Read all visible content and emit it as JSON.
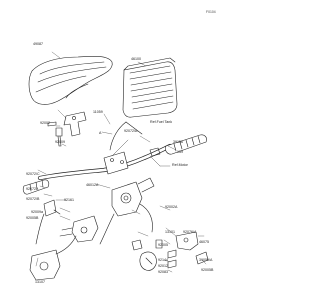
{
  "diagram_code": "F0104",
  "labels": [
    {
      "id": "p1",
      "text": "49087"
    },
    {
      "id": "p2",
      "text": "46100"
    },
    {
      "id": "p3",
      "text": "11059"
    },
    {
      "id": "p4",
      "text": "92002"
    },
    {
      "id": "p5",
      "text": "92009"
    },
    {
      "id": "p6",
      "text": "A"
    },
    {
      "id": "p7",
      "text": "92072/A"
    },
    {
      "id": "p8",
      "text": "Ref.Fuel Tank"
    },
    {
      "id": "p9",
      "text": "39156"
    },
    {
      "id": "p10",
      "text": "159"
    },
    {
      "id": "p11",
      "text": "Ref.Motor"
    },
    {
      "id": "p12",
      "text": "92072/C"
    },
    {
      "id": "p13",
      "text": "92072A"
    },
    {
      "id": "p14",
      "text": "92072/B"
    },
    {
      "id": "p15",
      "text": "92161"
    },
    {
      "id": "p16",
      "text": "46012A"
    },
    {
      "id": "p17",
      "text": "92002A"
    },
    {
      "id": "p18",
      "text": "92009a"
    },
    {
      "id": "p19",
      "text": "13107"
    },
    {
      "id": "p20",
      "text": "92005B"
    },
    {
      "id": "p21",
      "text": "13101"
    },
    {
      "id": "p22",
      "text": "92076/A"
    },
    {
      "id": "p23",
      "text": "92005"
    },
    {
      "id": "p24",
      "text": "46075"
    },
    {
      "id": "p25",
      "text": "92144"
    },
    {
      "id": "p26",
      "text": "92012"
    },
    {
      "id": "p27",
      "text": "92083"
    },
    {
      "id": "p28",
      "text": "39050/A"
    },
    {
      "id": "p29",
      "text": "92005B"
    }
  ]
}
